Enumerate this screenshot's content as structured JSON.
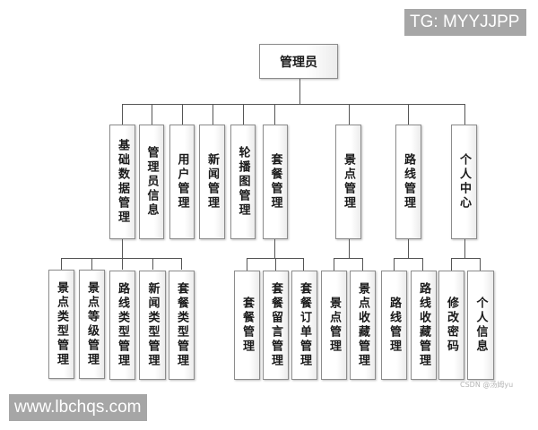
{
  "diagram": {
    "type": "org-tree",
    "root": {
      "label": "管理员"
    },
    "level1": [
      {
        "label": "基础数据管理",
        "children": [
          "景点类型管理",
          "景点等级管理",
          "路线类型管理",
          "新闻类型管理",
          "套餐类型管理"
        ]
      },
      {
        "label": "管理员信息",
        "children": []
      },
      {
        "label": "用户管理",
        "children": []
      },
      {
        "label": "新闻管理",
        "children": []
      },
      {
        "label": "轮播图管理",
        "children": []
      },
      {
        "label": "套餐管理",
        "children": [
          "套餐管理",
          "套餐留言管理",
          "套餐订单管理"
        ]
      },
      {
        "label": "景点管理",
        "children": [
          "景点管理",
          "景点收藏管理"
        ]
      },
      {
        "label": "路线管理",
        "children": [
          "路线管理",
          "路线收藏管理"
        ]
      },
      {
        "label": "个人中心",
        "children": [
          "修改密码",
          "个人信息"
        ]
      }
    ]
  },
  "watermarks": {
    "top_right": "TG: MYYJJPP",
    "bottom_left": "www.lbchqs.com",
    "csdn": "CSDN @汤姆yu"
  }
}
